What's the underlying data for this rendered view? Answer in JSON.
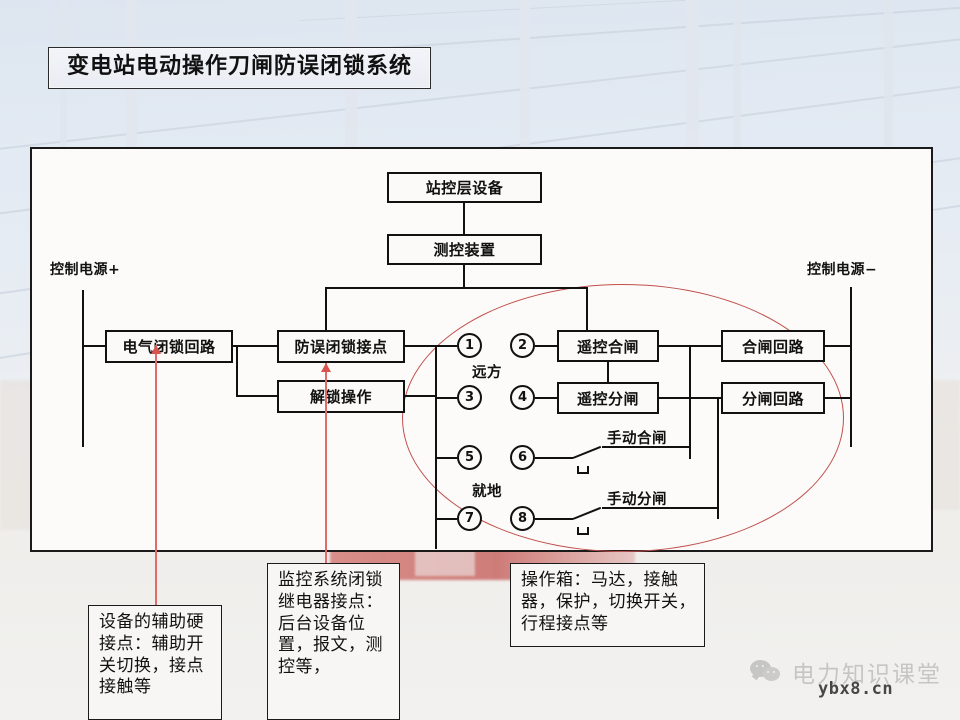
{
  "title": "变电站电动操作刀闸防误闭锁系统",
  "diagram": {
    "boxes": {
      "station_level": "站控层设备",
      "measure_control": "测控装置",
      "electric_interlock": "电气闭锁回路",
      "anti_misop_contact": "防误闭锁接点",
      "unlock_operation": "解锁操作",
      "remote_close": "遥控合闸",
      "remote_open": "遥控分闸",
      "close_circuit": "合闸回路",
      "open_circuit": "分闸回路"
    },
    "power_labels": {
      "positive": "控制电源+",
      "negative": "控制电源−"
    },
    "mode_labels": {
      "remote": "远方",
      "local": "就地"
    },
    "manual_labels": {
      "manual_close": "手动合闸",
      "manual_open": "手动分闸"
    },
    "terminals": [
      "1",
      "2",
      "3",
      "4",
      "5",
      "6",
      "7",
      "8"
    ],
    "highlight_color": "#c0504d"
  },
  "annotations": [
    {
      "id": "aux-contact-note",
      "text": "设备的辅助硬接点：辅助开关切换，接点接触等"
    },
    {
      "id": "scada-relay-note",
      "text": "监控系统闭锁继电器接点：后台设备位置，报文，测控等，"
    },
    {
      "id": "operation-box-note",
      "text": "操作箱：马达，接触器，保护，切换开关，行程接点等"
    }
  ],
  "watermark": {
    "channel": "电力知识课堂",
    "url": "ybx8.cn"
  }
}
